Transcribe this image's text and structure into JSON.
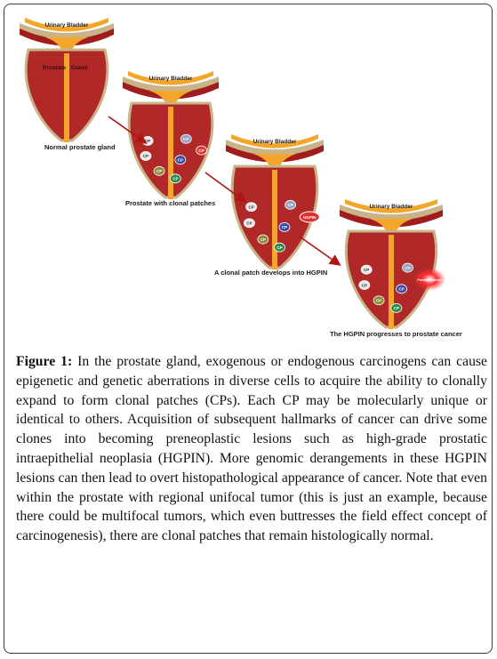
{
  "figure": {
    "stages": [
      {
        "organ_label": "Urinary Bladder",
        "gland_labels": [
          "Prostate",
          "Gland"
        ],
        "caption": "Normal prostate gland",
        "patches": []
      },
      {
        "organ_label": "Urinary Bladder",
        "caption": "Prostate with clonal patches",
        "patches": [
          {
            "label": "CP",
            "color": "#e9e9e9"
          },
          {
            "label": "CP",
            "color": "#9aa0c4"
          },
          {
            "label": "CP",
            "color": "#d63c3c"
          },
          {
            "label": "CP",
            "color": "#e9e9e9"
          },
          {
            "label": "CP",
            "color": "#8b8b3a"
          },
          {
            "label": "CP",
            "color": "#3f4aa6"
          },
          {
            "label": "CP",
            "color": "#2e8a4a"
          }
        ]
      },
      {
        "organ_label": "Urinary Bladder",
        "caption": "A clonal patch develops into HGPIN",
        "patches": [
          {
            "label": "CP",
            "color": "#e9e9e9"
          },
          {
            "label": "CP",
            "color": "#9aa0c4"
          },
          {
            "label": "HGPIN",
            "color": "#e23030"
          },
          {
            "label": "CP",
            "color": "#e9e9e9"
          },
          {
            "label": "CP",
            "color": "#8b8b3a"
          },
          {
            "label": "CP",
            "color": "#3f4aa6"
          },
          {
            "label": "CP",
            "color": "#2e8a4a"
          }
        ]
      },
      {
        "organ_label": "Urinary Bladder",
        "caption": "The HGPIN progresses to prostate cancer",
        "patches": [
          {
            "label": "CP",
            "color": "#e9e9e9"
          },
          {
            "label": "CP",
            "color": "#9aa0c4"
          },
          {
            "label": "Prostate Cancer",
            "color": "#e82020"
          },
          {
            "label": "CP",
            "color": "#e9e9e9"
          },
          {
            "label": "CP",
            "color": "#8b8b3a"
          },
          {
            "label": "CP",
            "color": "#3f4aa6"
          },
          {
            "label": "CP",
            "color": "#2e8a4a"
          }
        ]
      }
    ],
    "colors": {
      "bladder_muscle": "#a11d1d",
      "bladder_lumen": "#f3a62a",
      "bladder_wall": "#c9b48a",
      "prostate_body": "#b02828",
      "arrow": "#b01515"
    }
  },
  "caption": {
    "figure_number": "Figure 1:",
    "text": " In the prostate gland, exogenous or endogenous carcinogens can cause epigenetic and genetic aberrations in diverse cells to acquire the ability to clonally expand to form clonal patches (CPs). Each CP may be molecularly unique or identical to others. Acquisition of subsequent hallmarks of cancer can drive some clones into becoming preneoplastic lesions such as high-grade prostatic intraepithelial neoplasia (HGPIN). More genomic derangements in these HGPIN lesions can then lead to overt histopathological appearance of cancer. Note that even within the prostate with regional unifocal tumor (this is just an example, because there could be multifocal tumors, which even buttresses the field effect concept of carcinogenesis), there are clonal patches that remain histologically normal."
  }
}
